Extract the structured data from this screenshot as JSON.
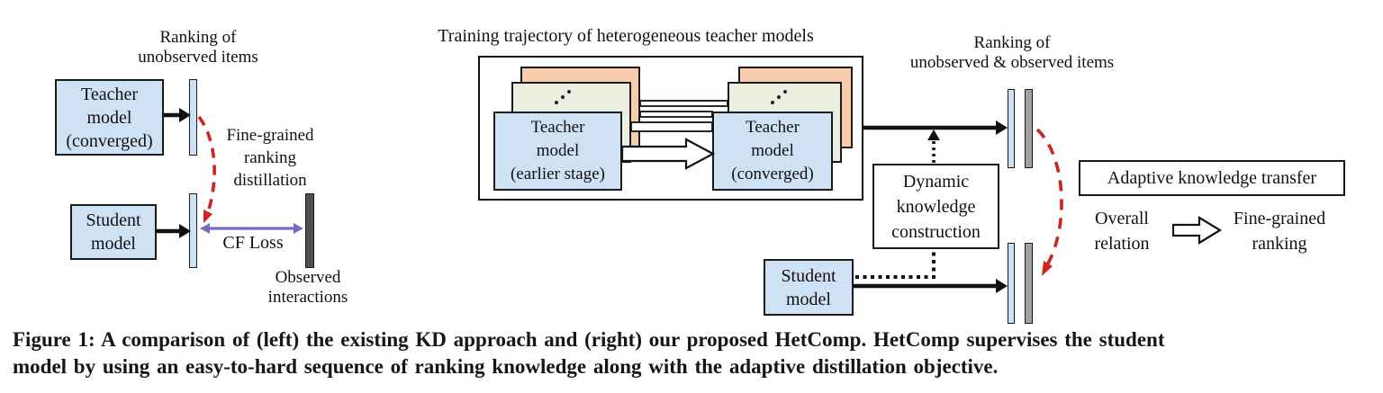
{
  "left_panel": {
    "ranking_label": "Ranking of\nunobserved items",
    "teacher_box_label": "Teacher\nmodel\n(converged)",
    "distillation_label": "Fine-grained\nranking\ndistillation",
    "student_box_label": "Student\nmodel",
    "cf_loss_label": "CF Loss",
    "observed_label": "Observed\ninteractions"
  },
  "middle_panel": {
    "title": "Training trajectory of heterogeneous teacher models",
    "teacher_earlier_box_label": "Teacher\nmodel\n(earlier stage)",
    "teacher_converged_box_label": "Teacher\nmodel\n(converged)"
  },
  "right_panel": {
    "ranking_label": "Ranking of\nunobserved & observed items",
    "dynamic_box_label": "Dynamic\nknowledge\nconstruction",
    "student_box_label": "Student\nmodel",
    "adaptive_box_label": "Adaptive knowledge transfer",
    "overall_relation_label": "Overall\nrelation",
    "fine_grained_label": "Fine-grained\nranking"
  },
  "caption": {
    "text": "Figure 1: A comparison of (left) the existing KD approach and (right) our proposed HetComp. HetComp supervises the student\nmodel by using an easy-to-hard sequence of ranking knowledge along with the adaptive distillation objective."
  },
  "colors": {
    "box_blue": "#CFE2F4",
    "card_orange": "#F9CDAC",
    "card_green": "#EBEFDF",
    "bar_gray": "#A2A4A4",
    "bar_dark": "#4E5051",
    "arrow_red": "#CE2420",
    "arrow_purple": "#7C68C2",
    "stroke_black": "#1a1a1a"
  }
}
